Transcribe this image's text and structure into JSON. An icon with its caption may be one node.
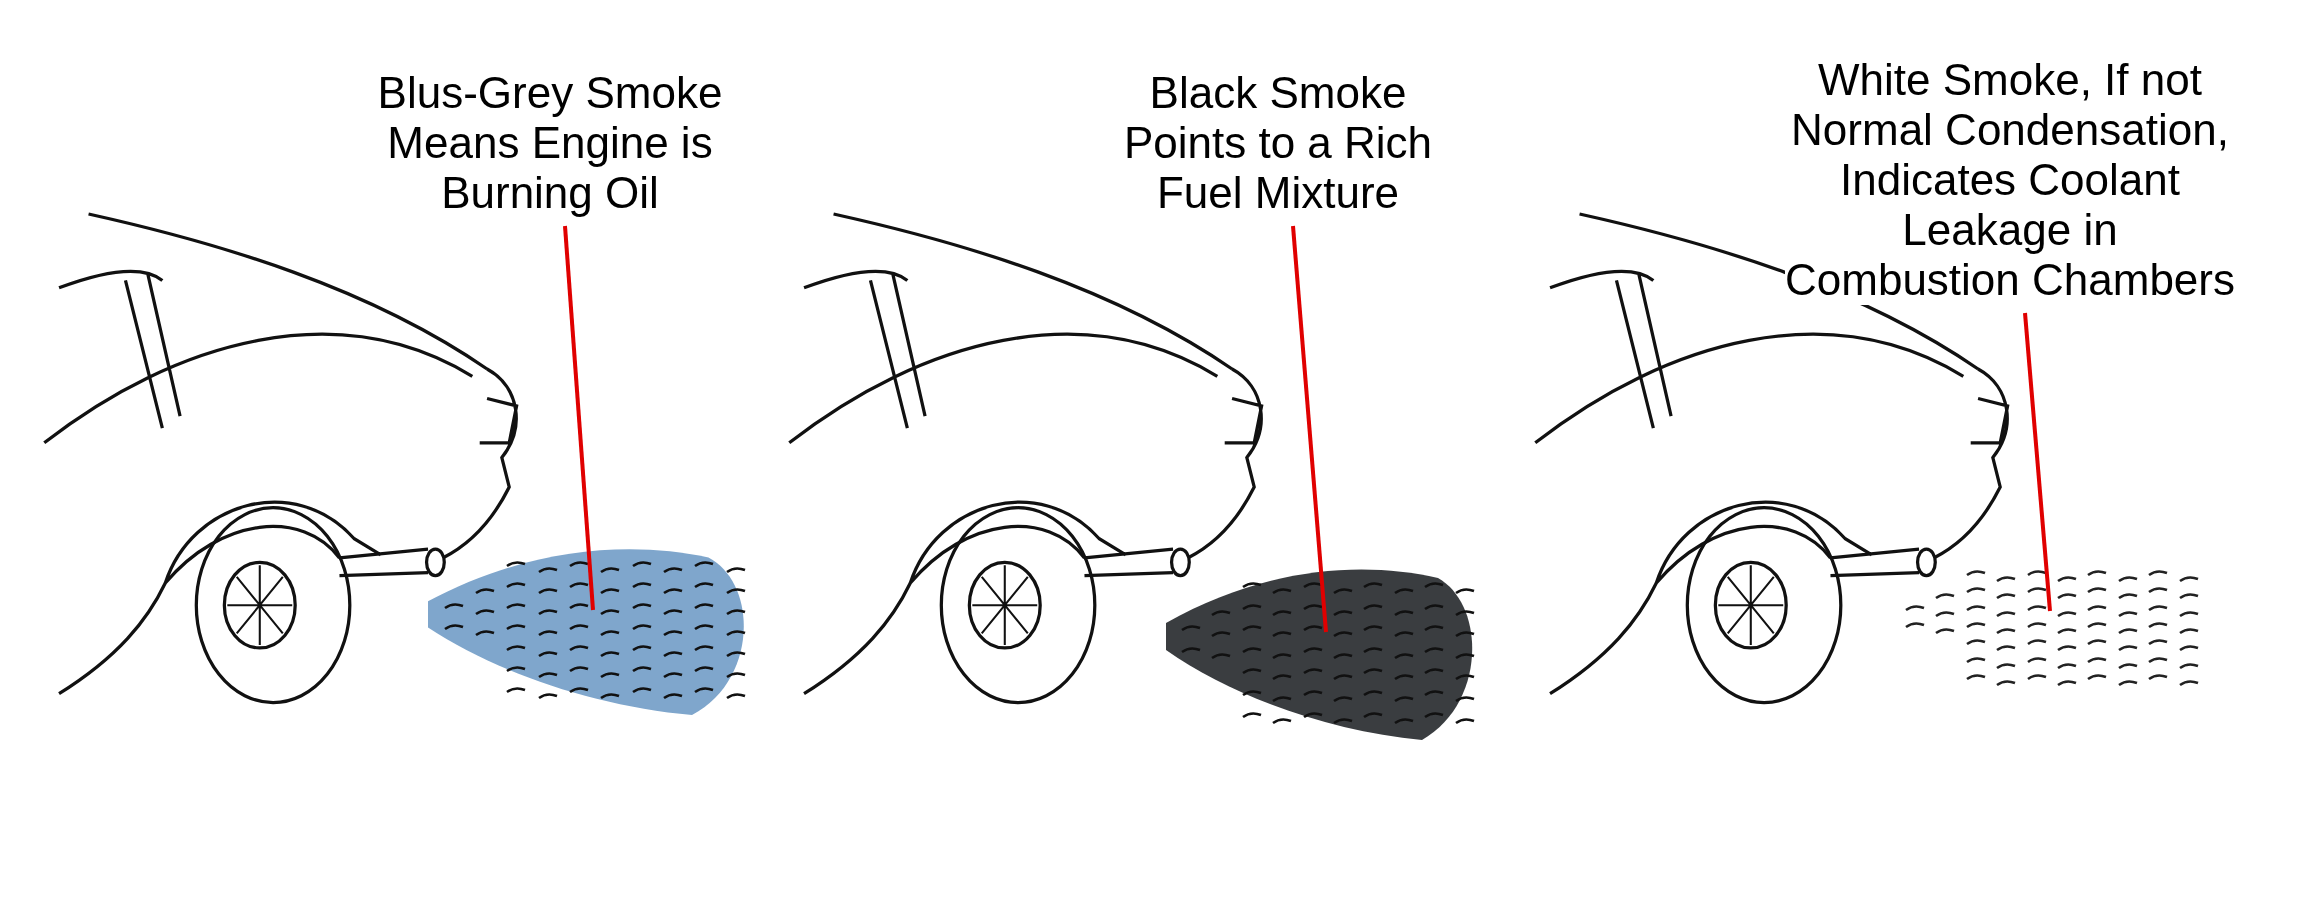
{
  "diagram": {
    "nodes": [
      {
        "text": [
          "Blus-Grey Smoke Means Engine is Burning Oil"
        ]
      },
      {
        "text": [
          "Black Smoke Points to a Rich Fuel Mixture"
        ]
      },
      {
        "text": [
          "White Smoke, If not Normal Condensation, Indicates Coolant Leakage in Combustion Chambers"
        ]
      },
      {
        "text": [],
        "shape": "cloud"
      },
      {
        "text": [],
        "shape": "cloud"
      },
      {
        "text": [],
        "shape": "cloud"
      }
    ],
    "edges": [
      {
        "from": 0,
        "to": 3,
        "arrow": "none"
      },
      {
        "from": 1,
        "to": 4,
        "arrow": "none"
      },
      {
        "from": 2,
        "to": 5,
        "arrow": "none"
      }
    ]
  }
}
